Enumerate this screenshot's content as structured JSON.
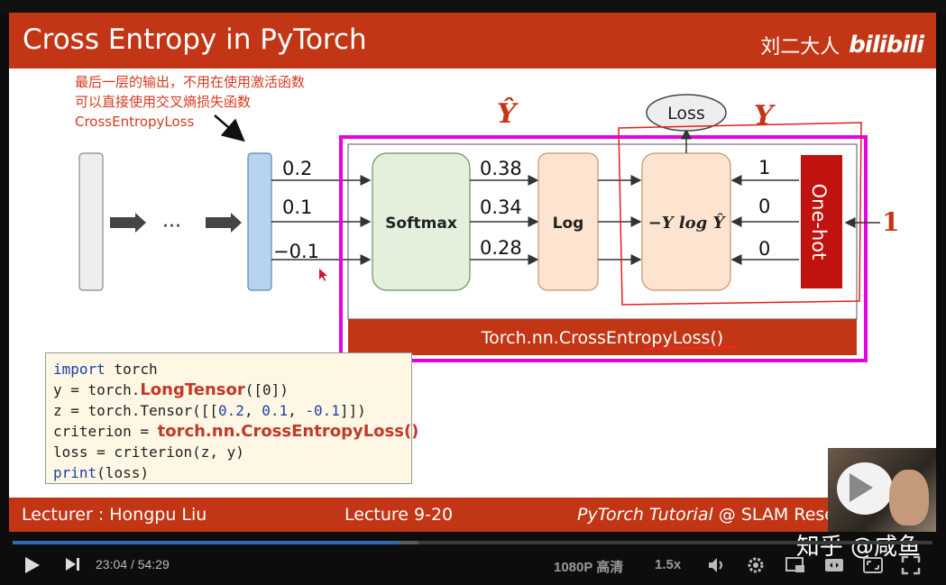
{
  "slide": {
    "title": "Cross Entropy in PyTorch",
    "brand_author": "刘二大人",
    "brand_logo": "bilibili",
    "note_lines": [
      "最后一层的输出，不用在使用激活函数",
      "可以直接使用交叉熵损失函数",
      "CrossEntropyLoss"
    ],
    "diagram": {
      "yhat_label": "Ŷ",
      "y_label": "Y",
      "loss_label": "Loss",
      "ellipsis": "···",
      "inputs": [
        "0.2",
        "0.1",
        "−0.1"
      ],
      "softmax_label": "Softmax",
      "softmax_out": [
        "0.38",
        "0.34",
        "0.28"
      ],
      "log_label": "Log",
      "formula_label": "−Y log Ŷ",
      "onehot_values": [
        "1",
        "0",
        "0"
      ],
      "onehot_label": "One-hot",
      "class_label": "1",
      "module_label": "Torch.nn.CrossEntropyLoss()",
      "colors": {
        "magenta": "#e600e6",
        "red": "#c23616",
        "onehot": "#c0130f",
        "softmax_fill": "#e4f0dc",
        "log_fill": "#fce4d0",
        "input_fill": "#b8d3f0"
      }
    },
    "code": {
      "line1_kw": "import",
      "line1_rest": " torch",
      "line2_a": "y = torch.",
      "line2_hl": "LongTensor",
      "line2_b": "([0])",
      "line3_a": "z = torch.Tensor([[",
      "line3_n1": "0.2",
      "line3_sep1": ", ",
      "line3_n2": "0.1",
      "line3_sep2": ", ",
      "line3_n3": "-0.1",
      "line3_b": "]])",
      "line4_a": "criterion = ",
      "line4_hl": "torch.nn.CrossEntropyLoss()",
      "line5": "loss = criterion(z, y)",
      "line6_kw": "print",
      "line6_rest": "(loss)"
    },
    "footer": {
      "lecturer": "Lecturer : Hongpu Liu",
      "lecture": "Lecture 9-20",
      "tutorial_italic": "PyTorch Tutorial",
      "tutorial_rest": " @ SLAM Resea"
    }
  },
  "player": {
    "time_current": "23:04",
    "time_sep": "/",
    "time_total": "54:29",
    "quality": "1080P 高清",
    "speed": "1.5x",
    "progress_fraction": 0.42,
    "watermark": "知乎 @咸鱼"
  }
}
